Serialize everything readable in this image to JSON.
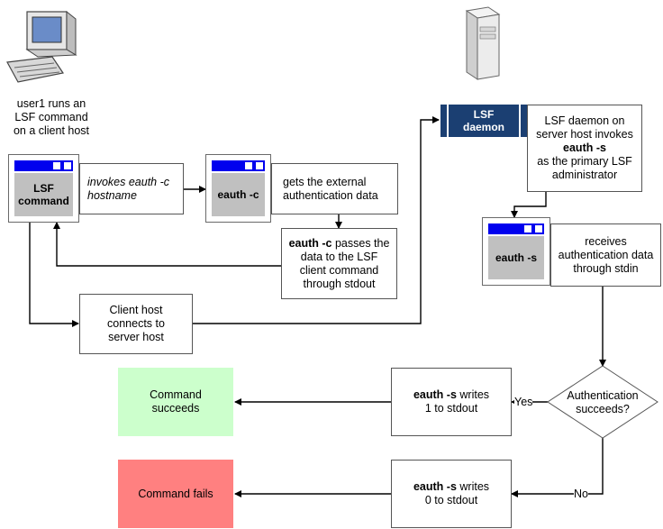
{
  "user_caption": [
    "user1 runs an",
    "LSF command",
    "on a client host"
  ],
  "lsf_command_window": [
    "LSF",
    "command"
  ],
  "invokes_text": [
    "invokes eauth -c",
    "hostname"
  ],
  "eauth_c_window": "eauth -c",
  "gets_auth_box": [
    "gets the external",
    "authentication data"
  ],
  "passes_box": {
    "bold": "eauth -c",
    "rest_line1": " passes the",
    "line2": "data to the LSF",
    "line3": "client command",
    "line4": "through stdout"
  },
  "connects_box": [
    "Client host",
    "connects to",
    "server host"
  ],
  "lsf_daemon_label": [
    "LSF",
    "daemon"
  ],
  "daemon_box": {
    "line1": "LSF daemon on",
    "line2": "server host invokes",
    "bold": "eauth -s",
    "line4": "as the primary LSF",
    "line5": "administrator"
  },
  "eauth_s_window": "eauth -s",
  "receives_box": [
    "receives",
    "authentication data",
    "through stdin"
  ],
  "decision": [
    "Authentication",
    "succeeds?"
  ],
  "yes_label": "Yes",
  "no_label": "No",
  "writes1_box": {
    "bold": "eauth -s",
    "rest": " writes",
    "line2": "1 to stdout"
  },
  "writes0_box": {
    "bold": "eauth -s",
    "rest": " writes",
    "line2": "0 to stdout"
  },
  "succeeds_box": [
    "Command",
    "succeeds"
  ],
  "fails_box": "Command fails",
  "colors": {
    "success": "#ccffcc",
    "fail": "#ff8080",
    "daemon": "#1b3f72",
    "titlebar": "#0000ee"
  }
}
